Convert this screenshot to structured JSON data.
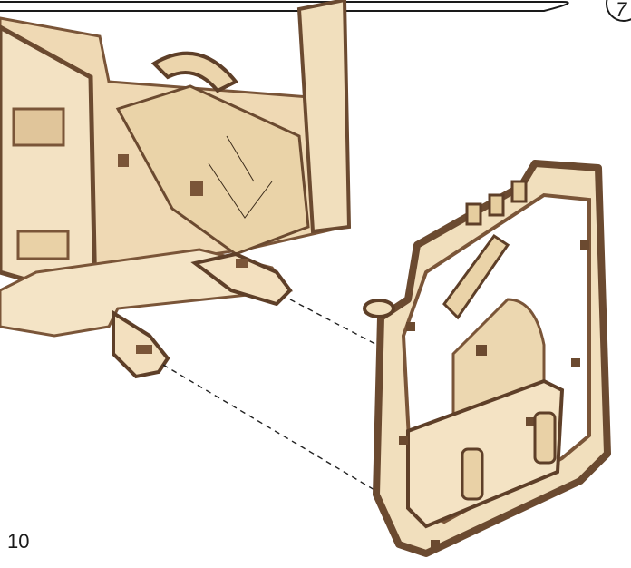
{
  "page": {
    "page_number": "10",
    "next_step_number": "7"
  },
  "colors": {
    "wood_face": "#f1dfbd",
    "wood_face_shade": "#e3cba0",
    "wood_edge": "#7a5538",
    "wood_edge_dark": "#5e3f28",
    "outline": "#1a1a1a",
    "dash": "#222222"
  },
  "illustration": {
    "left_assembly": "wooden-model-body",
    "right_assembly": "wooden-front-frame",
    "guide_lines": "dashed-alignment-lines"
  }
}
